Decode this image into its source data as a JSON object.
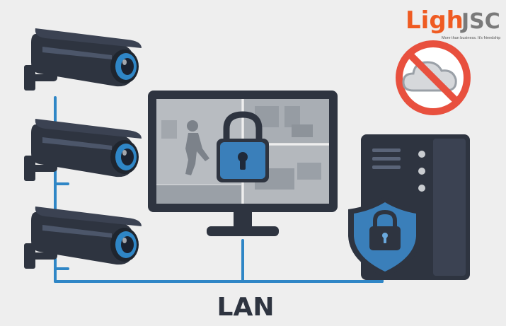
{
  "logo": {
    "brand_left": "Ligh",
    "brand_right": "JSC",
    "tagline": "More than business. It's friendship",
    "color_orange": "#ef5b22",
    "color_grey": "#7a7a7a"
  },
  "network": {
    "label": "LAN",
    "line_color": "#2f86c6"
  },
  "icons": {
    "cameras": [
      "cctv-camera-icon",
      "cctv-camera-icon",
      "cctv-camera-icon"
    ],
    "monitor_lock": "padlock-icon",
    "server_shield": "shield-lock-icon",
    "no_cloud": "no-cloud-icon"
  },
  "colors": {
    "dark": "#2e3440",
    "lens_blue": "#2f86c6",
    "lock_blue": "#3a7fba",
    "no_sign_red": "#e8503e",
    "background": "#eeeeee"
  }
}
